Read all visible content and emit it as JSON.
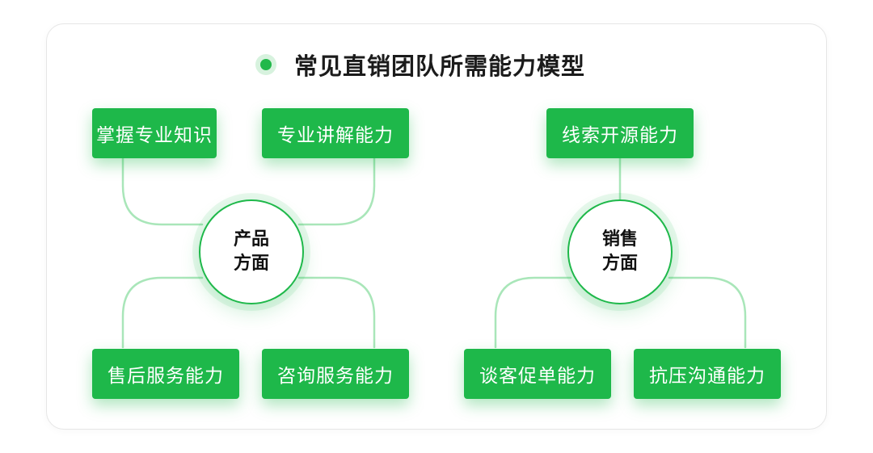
{
  "title": "常见直销团队所需能力模型",
  "colors": {
    "accent": "#1eb84a",
    "line": "#a9e6b9",
    "text": "#1b1b1b"
  },
  "product": {
    "hub_line1": "产品",
    "hub_line2": "方面",
    "top_left": "掌握专业知识",
    "top_right": "专业讲解能力",
    "bottom_left": "售后服务能力",
    "bottom_right": "咨询服务能力"
  },
  "sales": {
    "hub_line1": "销售",
    "hub_line2": "方面",
    "top": "线索开源能力",
    "bottom_left": "谈客促单能力",
    "bottom_right": "抗压沟通能力"
  }
}
